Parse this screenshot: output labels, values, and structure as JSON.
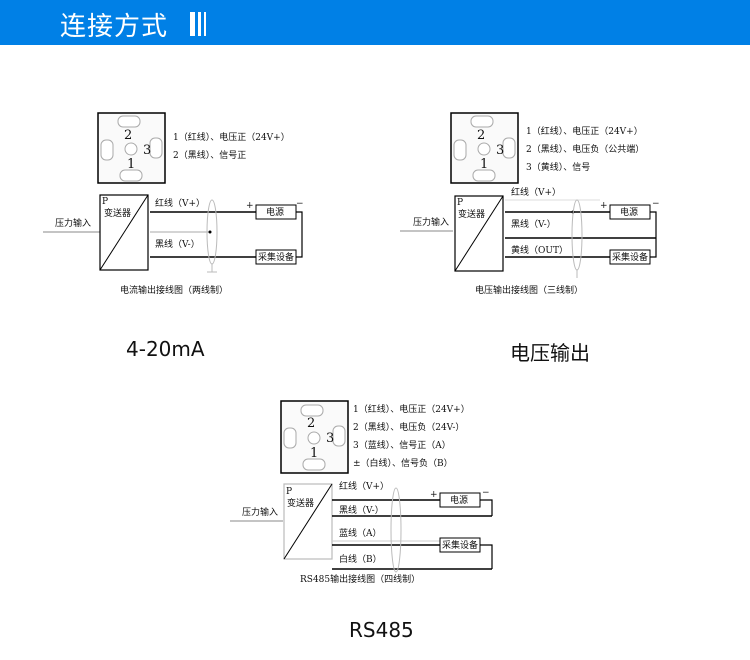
{
  "header": {
    "title": "连接方式",
    "accent_color": "#0080e6"
  },
  "diagrams": [
    {
      "id": "current",
      "caption": "4-20mA",
      "pin_labels": [
        "1（红线）、电压正（24V+）",
        "2（黑线）、信号正"
      ],
      "connector_numbers": [
        "2",
        "3",
        "1"
      ],
      "input_label": "压力输入",
      "transmitter_label": "变送器",
      "transmitter_p": "P",
      "wires": [
        "红线（V+）",
        "黑线（V-）"
      ],
      "power_label": "电源",
      "device_label": "采集设备",
      "plus": "+",
      "minus": "−",
      "title": "电流输出接线图（两线制）"
    },
    {
      "id": "voltage",
      "caption": "电压输出",
      "pin_labels": [
        "1（红线）、电压正（24V+）",
        "2（黑线）、电压负（公共端）",
        "3（黄线）、信号"
      ],
      "connector_numbers": [
        "2",
        "3",
        "1"
      ],
      "input_label": "压力输入",
      "transmitter_label": "变送器",
      "transmitter_p": "P",
      "wires": [
        "红线（V+）",
        "黑线（V-）",
        "黄线（OUT）"
      ],
      "power_label": "电源",
      "device_label": "采集设备",
      "plus": "+",
      "minus": "−",
      "title": "电压输出接线图（三线制）"
    },
    {
      "id": "rs485",
      "caption": "RS485",
      "pin_labels": [
        "1（红线）、电压正（24V+）",
        "2（黑线）、电压负（24V-）",
        "3（蓝线）、信号正（A）",
        "±（白线）、信号负（B）"
      ],
      "connector_numbers": [
        "2",
        "3",
        "1"
      ],
      "input_label": "压力输入",
      "transmitter_label": "变送器",
      "transmitter_p": "P",
      "wires": [
        "红线（V+）",
        "黑线（V-）",
        "蓝线（A）",
        "白线（B）"
      ],
      "power_label": "电源",
      "device_label": "采集设备",
      "plus": "+",
      "minus": "−",
      "title": "RS485输出接线图（四线制）"
    }
  ]
}
